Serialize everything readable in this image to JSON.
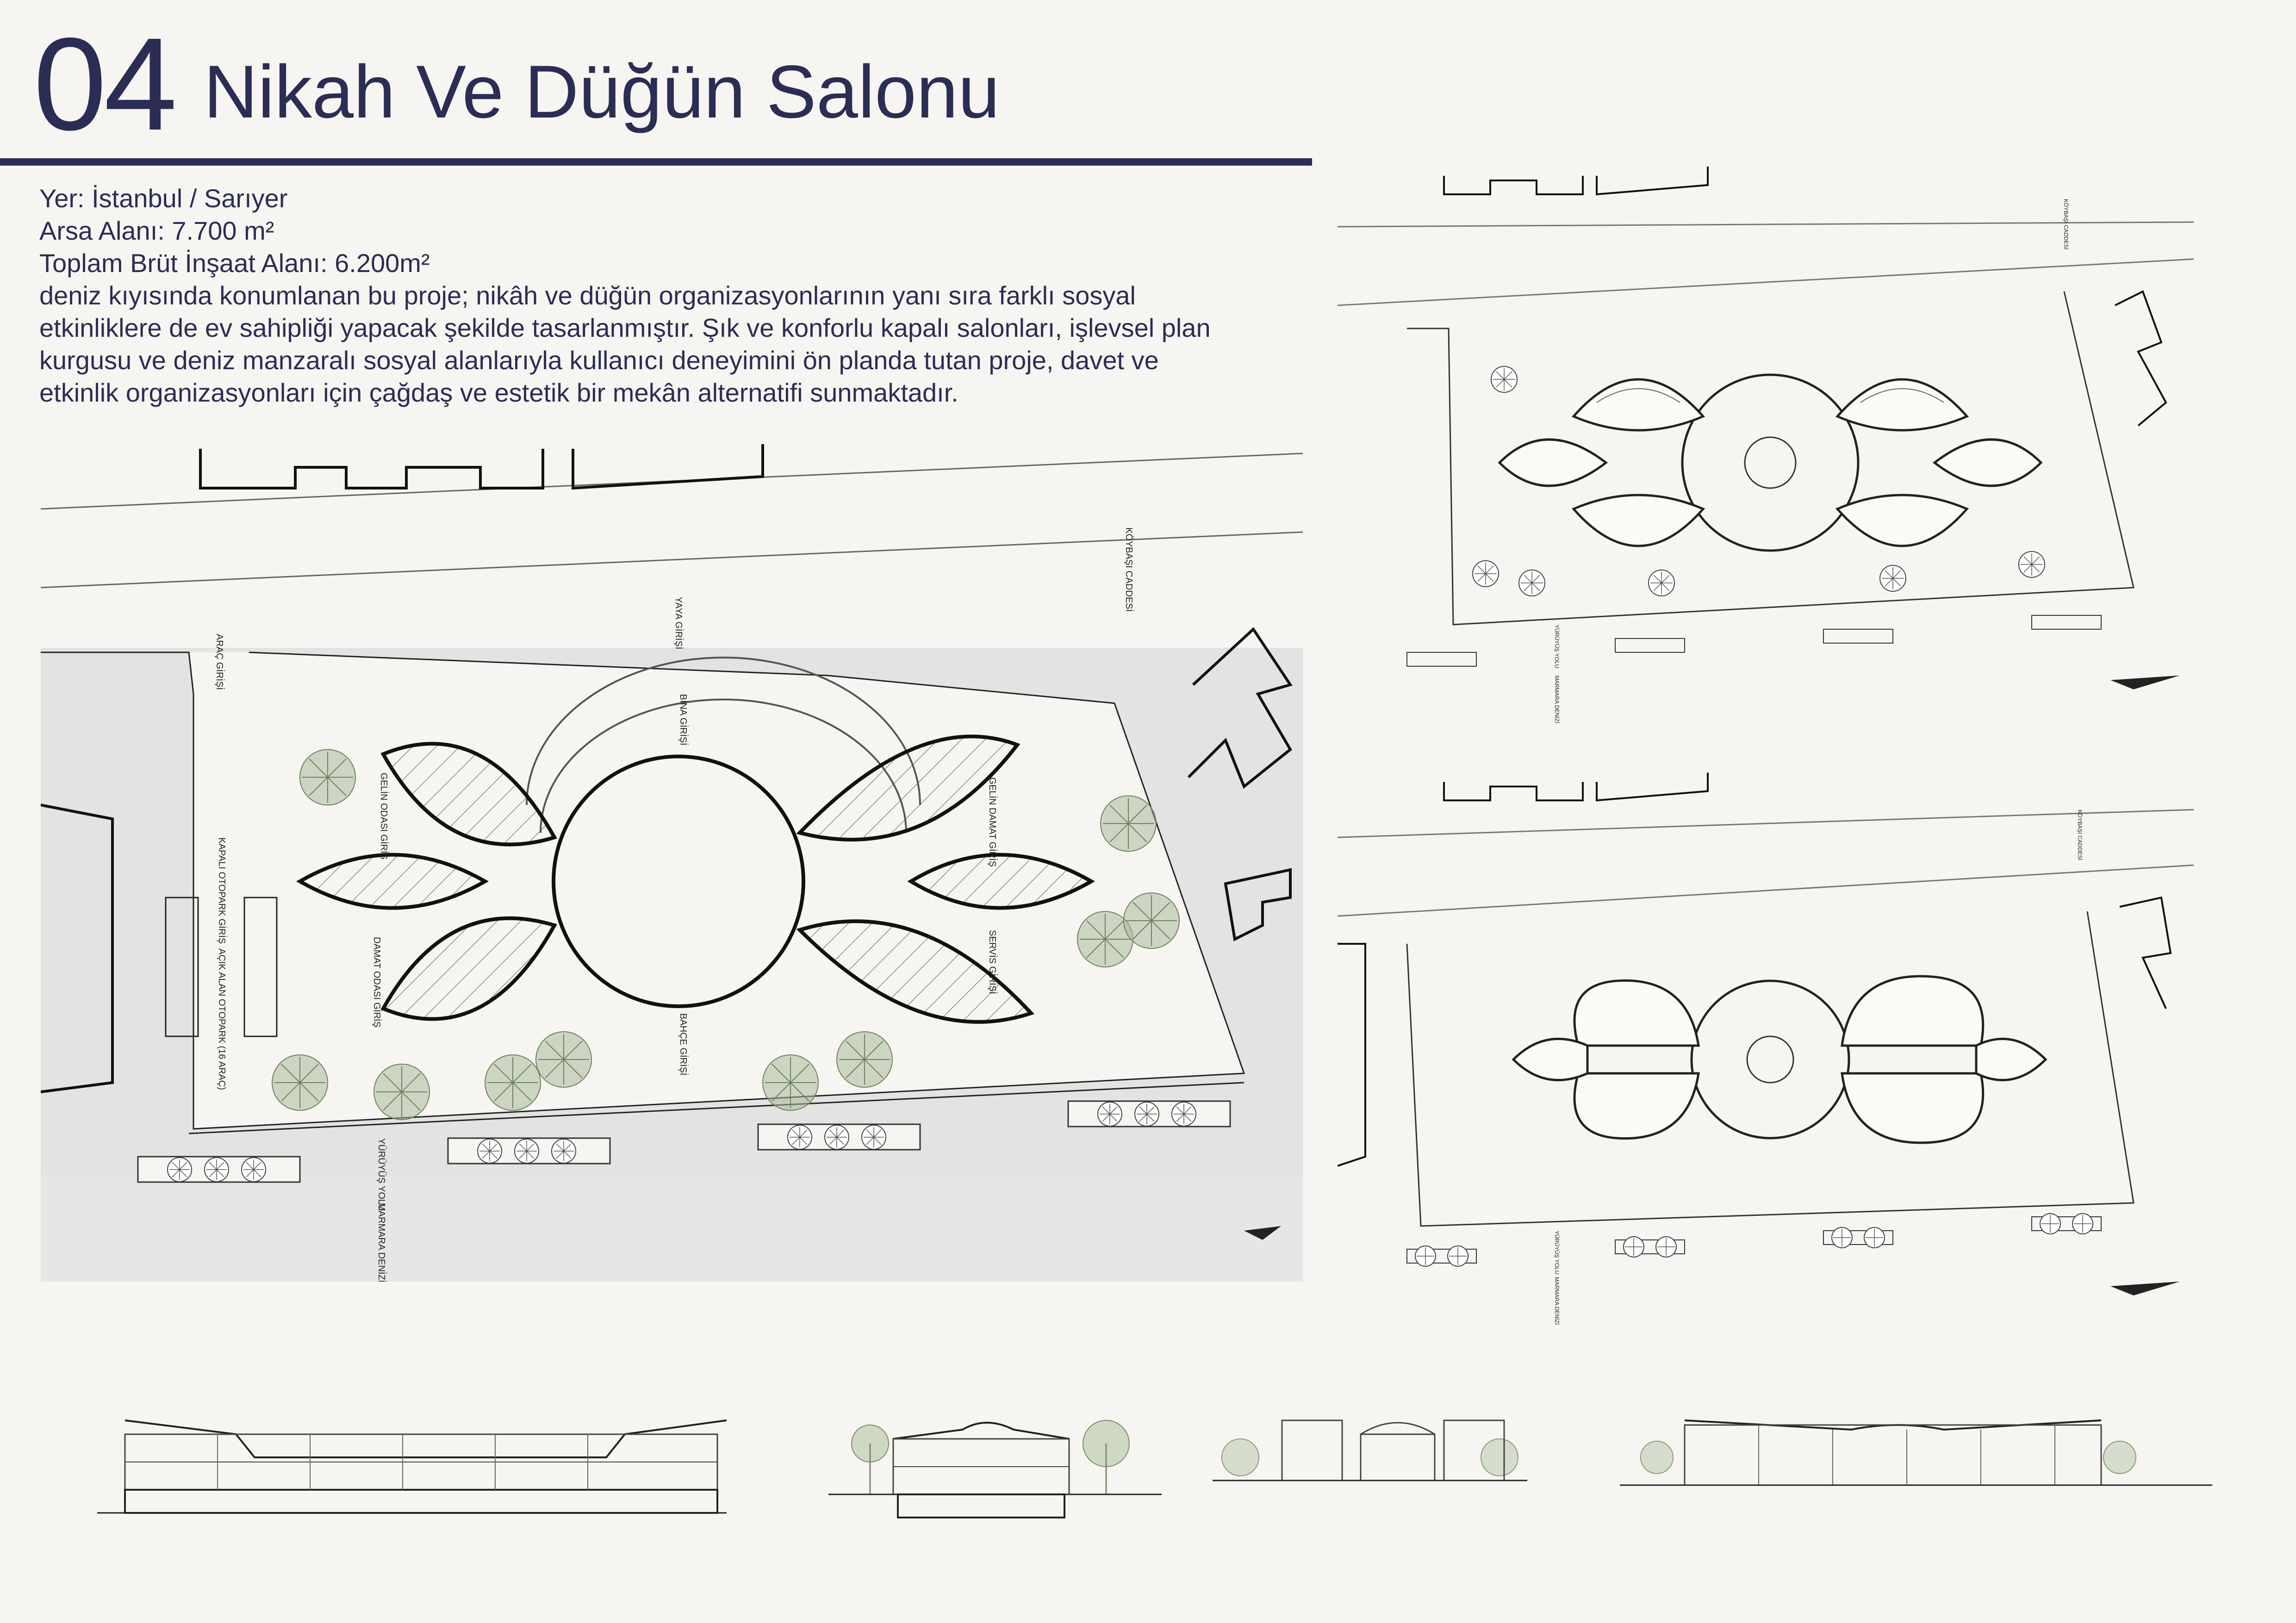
{
  "header": {
    "number": "04",
    "title": "Nikah Ve Düğün Salonu",
    "accent_color": "#2b2d55"
  },
  "info": {
    "location": "Yer: İstanbul / Sarıyer",
    "site_area": "Arsa Alanı: 7.700 m²",
    "gross_area": "Toplam Brüt İnşaat Alanı: 6.200m²",
    "description_lines": [
      "deniz kıyısında konumlanan bu proje; nikâh ve düğün organizasyonlarının yanı sıra farklı sosyal",
      "etkinliklere de ev sahipliği yapacak şekilde tasarlanmıştır. Şık ve konforlu kapalı salonları, işlevsel plan",
      "kurgusu ve deniz manzaralı sosyal alanlarıyla kullanıcı deneyimini ön planda tutan proje, davet ve",
      "etkinlik organizasyonları için çağdaş ve estetik bir mekân alternatifi sunmaktadır."
    ]
  },
  "site_plan": {
    "labels": {
      "arac_girisi": "ARAÇ GİRİŞİ",
      "yaya_girisi": "YAYA GİRİŞİ",
      "bina_girisi": "BİNA GİRİŞİ",
      "kapali_otopark": "KAPALI OTOPARK GİRİŞ",
      "acik_otopark": "AÇIK ALAN OTOPARK (16 ARAÇ)",
      "gelin_odasi": "GELİN ODASI GİRİŞ",
      "damat_odasi": "DAMAT ODASI GİRİŞ",
      "gelin_damat": "GELİN DAMAT GİRİŞ",
      "servis_girisi": "SERVİS GİRİŞİ",
      "bahce_girisi": "BAHÇE GİRİŞİ",
      "koybasi_caddesi": "KÖYBAŞI CADDESİ",
      "yuruyus_yolu": "YÜRÜYÜŞ YOLU",
      "marmara_denizi": "MARMARA DENİZİ"
    },
    "colors": {
      "tree": "#8a9c78",
      "ground": "#e4e4e4",
      "line": "#222222"
    }
  },
  "floor_plans": {
    "labels": {
      "koybasi": "KÖYBAŞI CADDESİ",
      "yuruyus": "YÜRÜYÜŞ YOLU",
      "marmara": "MARMARA DENİZİ"
    }
  },
  "sections": {
    "count": 4
  }
}
